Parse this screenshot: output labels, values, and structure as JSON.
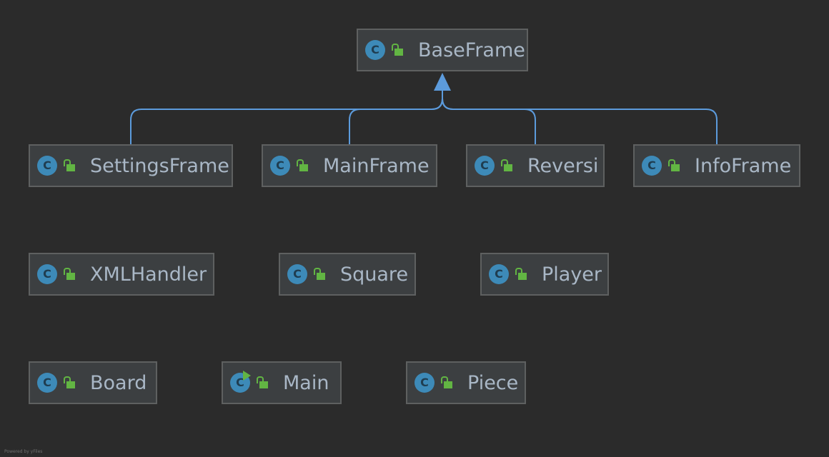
{
  "colors": {
    "background": "#2b2b2b",
    "node_fill": "#3c3f41",
    "node_border": "#5e6060",
    "class_icon": "#3d8ab8",
    "access_icon": "#62b543",
    "edge": "#5c9bdc",
    "label_text": "#a9b7c6"
  },
  "icons": {
    "class_badge": "C",
    "class_icon": "class-icon",
    "access_icon": "open-lock-icon",
    "run_icon": "run-triangle-icon"
  },
  "classes": {
    "baseframe": "BaseFrame",
    "settingsframe": "SettingsFrame",
    "mainframe": "MainFrame",
    "reversi": "Reversi",
    "infoframe": "InfoFrame",
    "xmlhandler": "XMLHandler",
    "square": "Square",
    "player": "Player",
    "board": "Board",
    "main": "Main",
    "piece": "Piece"
  },
  "edges": [
    {
      "from": "SettingsFrame",
      "to": "BaseFrame",
      "type": "inheritance"
    },
    {
      "from": "MainFrame",
      "to": "BaseFrame",
      "type": "inheritance"
    },
    {
      "from": "Reversi",
      "to": "BaseFrame",
      "type": "inheritance"
    },
    {
      "from": "InfoFrame",
      "to": "BaseFrame",
      "type": "inheritance"
    }
  ],
  "footer": "Powered by yFiles"
}
